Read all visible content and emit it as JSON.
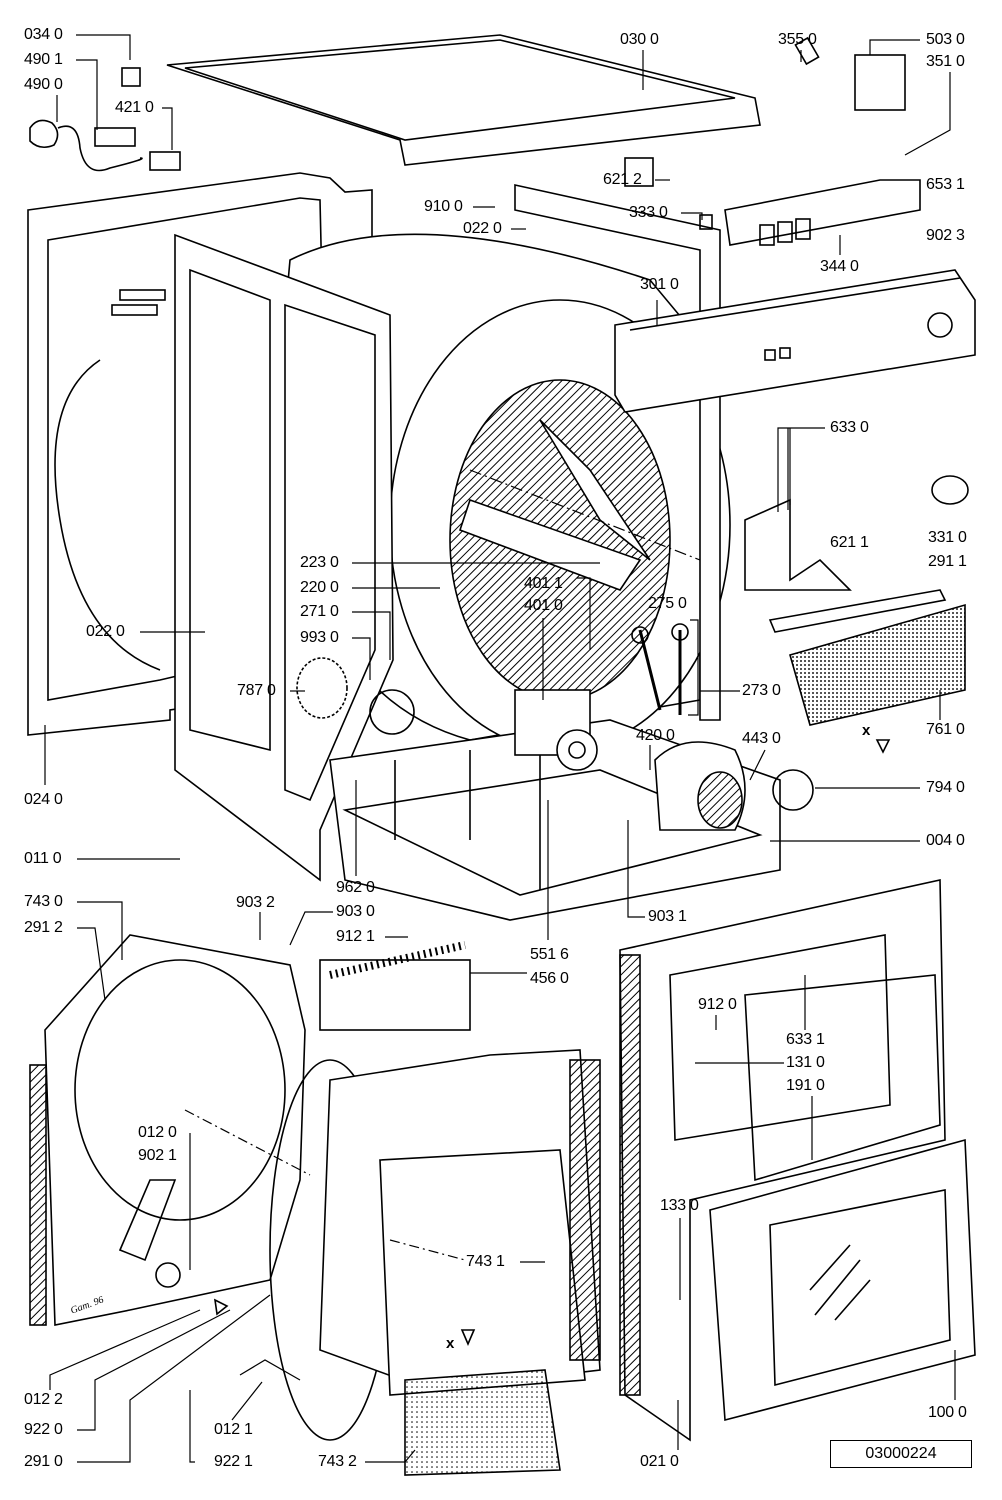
{
  "diagram": {
    "reference_number": "03000224",
    "rear_panel_marking": "Gam. 96",
    "direction_marks": [
      "x",
      "x"
    ],
    "callouts": [
      "034 0",
      "490 1",
      "490 0",
      "421 0",
      "030 0",
      "355 0",
      "503 0",
      "351 0",
      "621 2",
      "910 0",
      "022 0",
      "333 0",
      "653 1",
      "902 3",
      "344 0",
      "301 0",
      "633 0",
      "331 0",
      "291 1",
      "621 1",
      "223 0",
      "220 0",
      "271 0",
      "993 0",
      "401 1",
      "401 0",
      "275 0",
      "022 0",
      "787 0",
      "273 0",
      "761 0",
      "420 0",
      "443 0",
      "794 0",
      "024 0",
      "004 0",
      "011 0",
      "962 0",
      "743 0",
      "291 2",
      "903 2",
      "903 0",
      "912 1",
      "903 1",
      "551 6",
      "456 0",
      "912 0",
      "633 1",
      "131 0",
      "191 0",
      "012 0",
      "902 1",
      "133 0",
      "743 1",
      "012 2",
      "922 0",
      "291 0",
      "012 1",
      "922 1",
      "743 2",
      "021 0",
      "100 0"
    ]
  }
}
